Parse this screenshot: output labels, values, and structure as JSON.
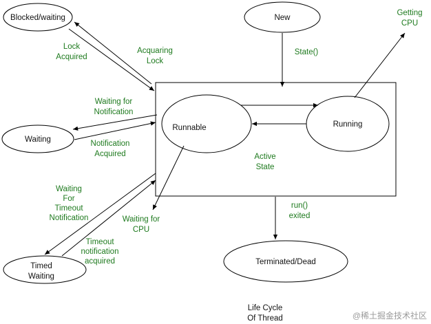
{
  "diagram": {
    "nodes": {
      "blocked": "Blocked/waiting",
      "new": "New",
      "waiting": "Waiting",
      "runnable": "Runnable",
      "running": "Running",
      "timed": [
        "Timed",
        "Waiting"
      ],
      "terminated": "Terminated/Dead"
    },
    "active_state": [
      "Active",
      "State"
    ],
    "edge_labels": {
      "lock_acquired": [
        "Lock",
        "Acquired"
      ],
      "acquaring_lock": [
        "Acquaring",
        "Lock"
      ],
      "state": "State()",
      "getting_cpu": [
        "Getting",
        "CPU"
      ],
      "waiting_for_notification": [
        "Waiting for",
        "Notification"
      ],
      "notification_acquired": [
        "Notification",
        "Acquired"
      ],
      "waiting_for_timeout": [
        "Waiting",
        "For",
        "Timeout",
        "Notification"
      ],
      "waiting_for_cpu": [
        "Waiting for",
        "CPU"
      ],
      "timeout_acquired": [
        "Timeout",
        "notification",
        "acquired"
      ],
      "run_exited": [
        "run()",
        "exited"
      ]
    },
    "caption": [
      "Life Cycle",
      "Of Thread"
    ]
  },
  "watermark": "@稀土掘金技术社区",
  "colors": {
    "label_green": "#1e7a1e",
    "stroke": "#000000"
  }
}
